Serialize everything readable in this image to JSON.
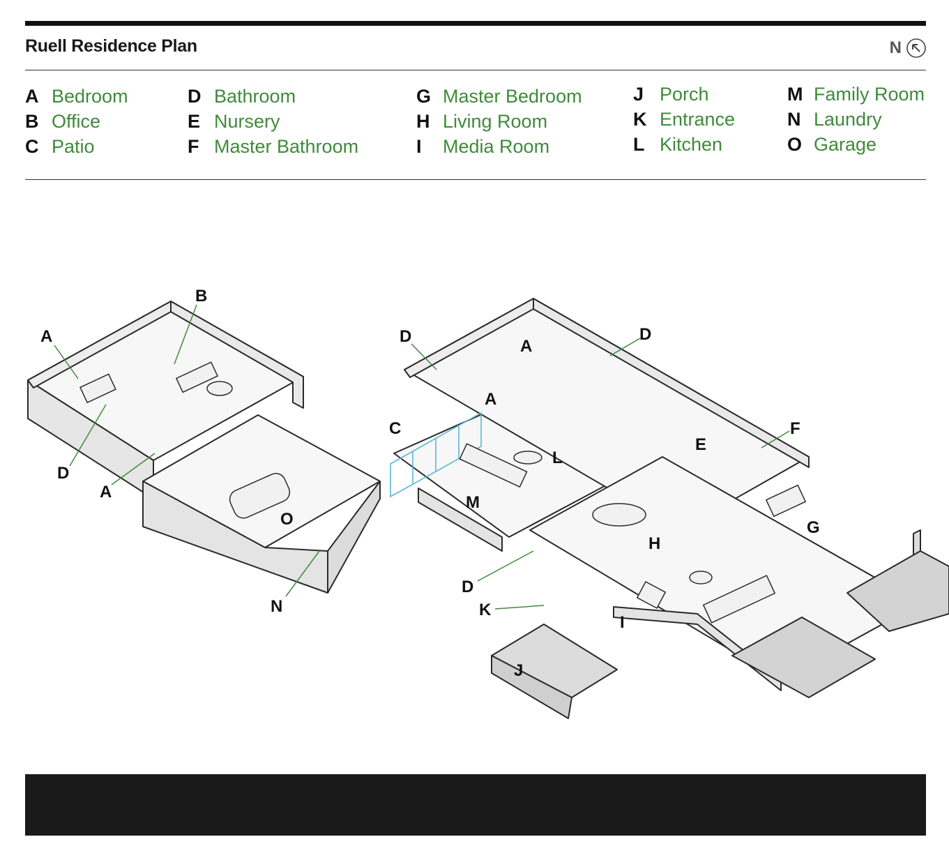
{
  "header": {
    "title": "Ruell Residence Plan",
    "north_label": "N"
  },
  "legend": {
    "columns": [
      [
        {
          "key": "A",
          "name": "Bedroom"
        },
        {
          "key": "B",
          "name": "Office"
        },
        {
          "key": "C",
          "name": "Patio"
        }
      ],
      [
        {
          "key": "D",
          "name": "Bathroom"
        },
        {
          "key": "E",
          "name": "Nursery"
        },
        {
          "key": "F",
          "name": "Master Bathroom"
        }
      ],
      [
        {
          "key": "G",
          "name": "Master Bedroom"
        },
        {
          "key": "H",
          "name": "Living Room"
        },
        {
          "key": "I",
          "name": "Media Room"
        }
      ],
      [
        {
          "key": "J",
          "name": "Porch"
        },
        {
          "key": "K",
          "name": "Entrance"
        },
        {
          "key": "L",
          "name": "Kitchen"
        }
      ],
      [
        {
          "key": "M",
          "name": "Family Room"
        },
        {
          "key": "N",
          "name": "Laundry"
        },
        {
          "key": "O",
          "name": "Garage"
        }
      ]
    ]
  },
  "plan": {
    "labels": [
      "B",
      "A",
      "D",
      "A",
      "O",
      "N",
      "C",
      "D",
      "A",
      "D",
      "A",
      "L",
      "M",
      "E",
      "F",
      "H",
      "G",
      "D",
      "K",
      "I",
      "J"
    ]
  },
  "colors": {
    "legend_text": "#3f8a3a",
    "patio_glass": "#5ab8d8",
    "leader_line": "#3f8a3a"
  }
}
